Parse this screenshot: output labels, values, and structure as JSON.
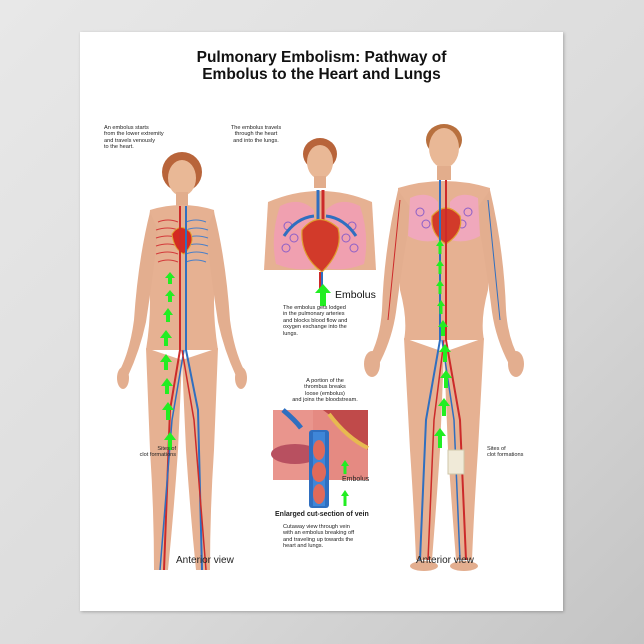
{
  "poster": {
    "title_line1": "Pulmonary Embolism:  Pathway of",
    "title_line2": "Embolus to the Heart and Lungs",
    "left_figure": {
      "caption_top": [
        "An embolus starts",
        "from the lower extremity",
        "and travels venously",
        "to the heart."
      ],
      "clot_label": [
        "Sites of",
        "clot formations"
      ],
      "view_label": "Anterior view",
      "arrow_count": 8
    },
    "center_top_figure": {
      "caption_top": [
        "The embolus travels",
        "through the heart",
        "and into the lungs."
      ],
      "embolus_label": "Embolus",
      "caption_bottom": [
        "The embolus gets lodged",
        "in the pulmonary arteries",
        "and blocks blood flow and",
        "oxygen exchange into the",
        "lungs."
      ]
    },
    "center_bottom_figure": {
      "caption_top": [
        "A portion of the",
        "thrombus breaks",
        "loose (embolus)",
        "and joins the bloodstream."
      ],
      "embolus_label": "Embolus",
      "heading": "Enlarged cut-section of vein",
      "caption_bottom": [
        "Cutaway view through vein",
        "with an embolus breaking off",
        "and traveling up towards the",
        "heart and lungs."
      ]
    },
    "right_figure": {
      "clot_label": [
        "Sites of",
        "clot formations"
      ],
      "view_label": "Anterior view",
      "arrow_count": 9
    },
    "colors": {
      "arrow": "#22ee22",
      "artery": "#cc2a2a",
      "vein": "#2f6fc0",
      "skin": "#e8b89a",
      "lung": "#f0a0b0",
      "background": "#dcdcdc"
    }
  }
}
